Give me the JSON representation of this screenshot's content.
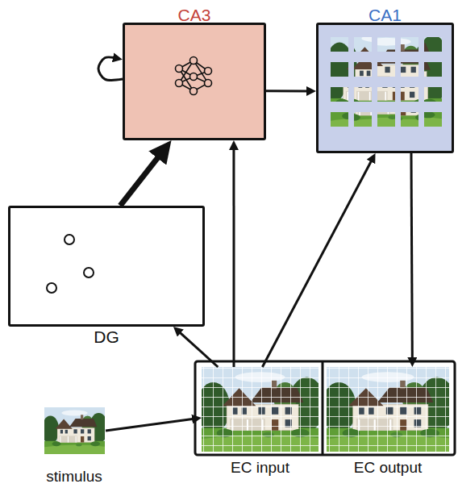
{
  "diagram": {
    "nodes": [
      {
        "text": [
          "CA3"
        ]
      },
      {
        "text": [
          "CA1"
        ]
      },
      {
        "text": [
          "DG"
        ]
      },
      {
        "text": [
          "EC input"
        ]
      },
      {
        "text": [
          "EC output"
        ]
      },
      {
        "text": [
          "stimulus"
        ]
      }
    ],
    "edges": [
      {
        "from": 0,
        "to": 0,
        "arrow": "to"
      },
      {
        "from": 2,
        "to": 0,
        "arrow": "to"
      },
      {
        "from": 0,
        "to": 1,
        "arrow": "to"
      },
      {
        "from": 3,
        "to": 2,
        "arrow": "to"
      },
      {
        "from": 3,
        "to": 0,
        "arrow": "to"
      },
      {
        "from": 3,
        "to": 1,
        "arrow": "to"
      },
      {
        "from": 1,
        "to": 4,
        "arrow": "to"
      },
      {
        "from": 5,
        "to": 3,
        "arrow": "to"
      }
    ]
  }
}
